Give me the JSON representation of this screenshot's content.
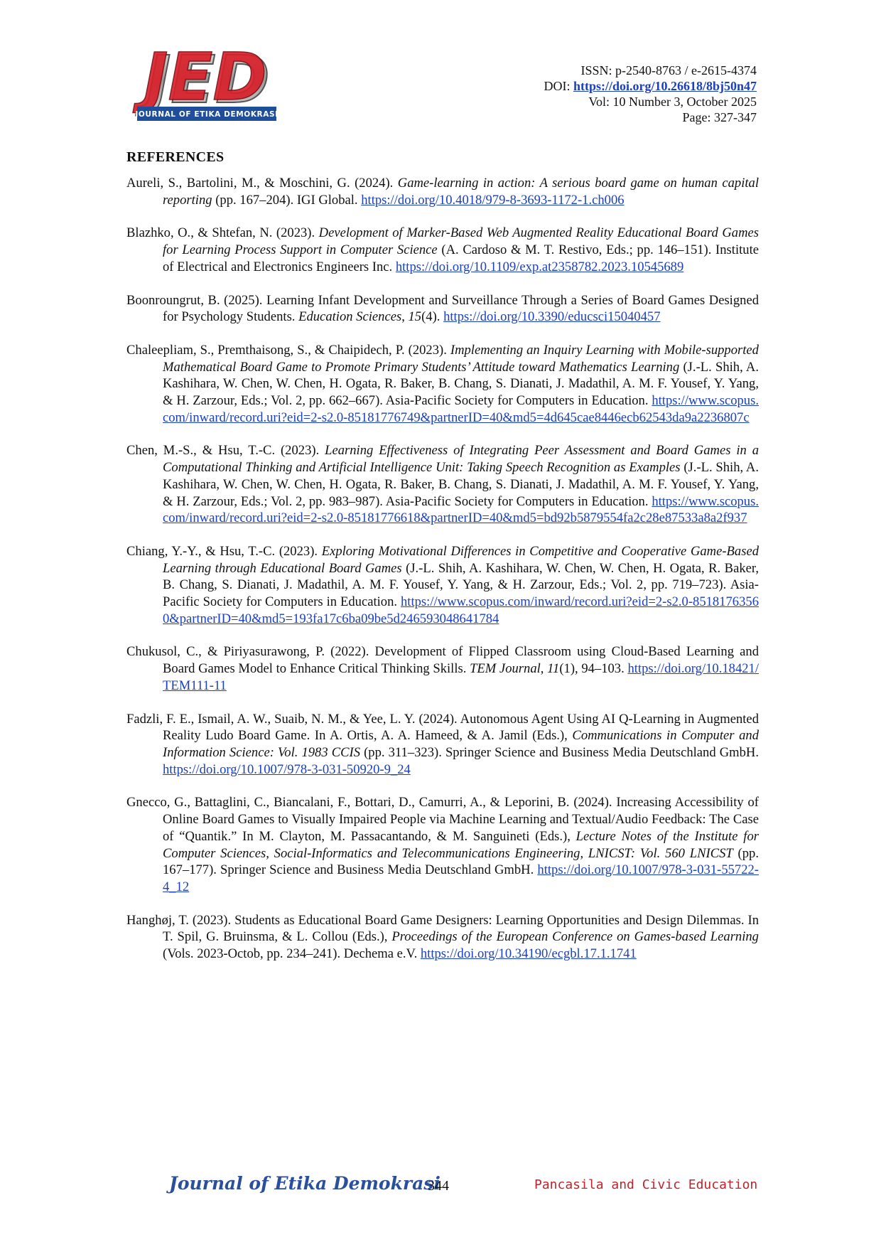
{
  "header": {
    "logo": {
      "text": "JED",
      "subtitle": "JOURNAL OF ETIKA DEMOKRASI"
    },
    "issn": "ISSN: p-2540-8763 / e-2615-4374",
    "doi_label": "DOI:",
    "doi_link": "https://doi.org/10.26618/8bj50n47",
    "volume": "Vol: 10 Number 3, October 2025",
    "pages": "Page: 327-347"
  },
  "section_title": "REFERENCES",
  "references": [
    {
      "before": "Aureli, S., Bartolini, M., & Moschini, G. (2024). ",
      "italic": "Game-learning in action: A serious board game on human capital reporting",
      "after": " (pp. 167–204). IGI Global. ",
      "link": "https://doi.org/10.4018/979-8-3693-1172-1.ch006"
    },
    {
      "before": "Blazhko, O., & Shtefan, N. (2023). ",
      "italic": "Development of Marker-Based Web Augmented Reality Educational Board Games for Learning Process Support in Computer Science",
      "after": " (A. Cardoso & M. T. Restivo, Eds.; pp. 146–151). Institute of Electrical and Electronics Engineers Inc. ",
      "link": "https://doi.org/10.1109/exp.at2358782.2023.10545689"
    },
    {
      "before": "Boonroungrut, B. (2025). Learning Infant Development and Surveillance Through a Series of Board Games Designed for Psychology Students. ",
      "italic": "Education Sciences",
      "after": ", ",
      "italic2": "15",
      "after2": "(4). ",
      "link": "https://doi.org/10.3390/educsci15040457"
    },
    {
      "before": "Chaleepliam, S., Premthaisong, S., & Chaipidech, P. (2023). ",
      "italic": "Implementing an Inquiry Learning with Mobile-supported Mathematical Board Game to Promote Primary Students’ Attitude toward Mathematics Learning",
      "after": " (J.-L. Shih, A. Kashihara, W. Chen, W. Chen, H. Ogata, R. Baker, B. Chang, S. Dianati, J. Madathil, A. M. F. Yousef, Y. Yang, & H. Zarzour, Eds.; Vol. 2, pp. 662–667). Asia-Pacific Society for Computers in Education. ",
      "link": "https://www.scopus.com/inward/record.uri?eid=2-s2.0-85181776749&partnerID=40&md5=4d645cae8446ecb62543da9a2236807c"
    },
    {
      "before": "Chen, M.-S., & Hsu, T.-C. (2023). ",
      "italic": "Learning Effectiveness of Integrating Peer Assessment and Board Games in a Computational Thinking and Artificial Intelligence Unit: Taking Speech Recognition as Examples",
      "after": " (J.-L. Shih, A. Kashihara, W. Chen, W. Chen, H. Ogata, R. Baker, B. Chang, S. Dianati, J. Madathil, A. M. F. Yousef, Y. Yang, & H. Zarzour, Eds.; Vol. 2, pp. 983–987). Asia-Pacific Society for Computers in Education. ",
      "link": "https://www.scopus.com/inward/record.uri?eid=2-s2.0-85181776618&partnerID=40&md5=bd92b5879554fa2c28e87533a8a2f937"
    },
    {
      "before": "Chiang, Y.-Y., & Hsu, T.-C. (2023). ",
      "italic": "Exploring Motivational Differences in Competitive and Cooperative Game-Based Learning through Educational Board Games",
      "after": " (J.-L. Shih, A. Kashihara, W. Chen, W. Chen, H. Ogata, R. Baker, B. Chang, S. Dianati, J. Madathil, A. M. F. Yousef, Y. Yang, & H. Zarzour, Eds.; Vol. 2, pp. 719–723). Asia-Pacific Society for Computers in Education. ",
      "link": "https://www.scopus.com/inward/record.uri?eid=2-s2.0-85181763560&partnerID=40&md5=193fa17c6ba09be5d246593048641784"
    },
    {
      "before": "Chukusol, C., & Piriyasurawong, P. (2022). Development of Flipped Classroom using Cloud-Based Learning and Board Games Model to Enhance Critical Thinking Skills. ",
      "italic": "TEM Journal",
      "after": ", ",
      "italic2": "11",
      "after2": "(1), 94–103. ",
      "link": "https://doi.org/10.18421/TEM111-11"
    },
    {
      "before": "Fadzli, F. E., Ismail, A. W., Suaib, N. M., & Yee, L. Y. (2024). Autonomous Agent Using AI Q-Learning in Augmented Reality Ludo Board Game. In A. Ortis, A. A. Hameed, & A. Jamil (Eds.), ",
      "italic": "Communications in Computer and Information Science: Vol. 1983 CCIS",
      "after": " (pp. 311–323). Springer Science and Business Media Deutschland GmbH. ",
      "link": "https://doi.org/10.1007/978-3-031-50920-9_24"
    },
    {
      "before": "Gnecco, G., Battaglini, C., Biancalani, F., Bottari, D., Camurri, A., & Leporini, B. (2024). Increasing Accessibility of Online Board Games to Visually Impaired People via Machine Learning and Textual/Audio Feedback: The Case of “Quantik.” In M. Clayton, M. Passacantando, & M. Sanguineti (Eds.), ",
      "italic": "Lecture Notes of the Institute for Computer Sciences, Social-Informatics and Telecommunications Engineering, LNICST: Vol. 560 LNICST",
      "after": " (pp. 167–177). Springer Science and Business Media Deutschland GmbH. ",
      "link": "https://doi.org/10.1007/978-3-031-55722-4_12"
    },
    {
      "before": "Hanghøj, T. (2023). Students as Educational Board Game Designers: Learning Opportunities and Design Dilemmas. In T. Spil, G. Bruinsma, & L. Collou (Eds.), ",
      "italic": "Proceedings of the European Conference on Games-based Learning",
      "after": " (Vols. 2023-Octob, pp. 234–241). Dechema e.V. ",
      "link": "https://doi.org/10.34190/ecgbl.17.1.1741"
    }
  ],
  "footer": {
    "journal_name": "Journal of Etika Demokrasi",
    "page_number": "344",
    "right_text": "Pancasila and Civic Education"
  },
  "colors": {
    "link": "#1a3fc1",
    "logo_red": "#d8212b",
    "logo_blue": "#1f4f9a",
    "footer_red": "#c0232b",
    "footer_blue": "#2a4f9c"
  }
}
